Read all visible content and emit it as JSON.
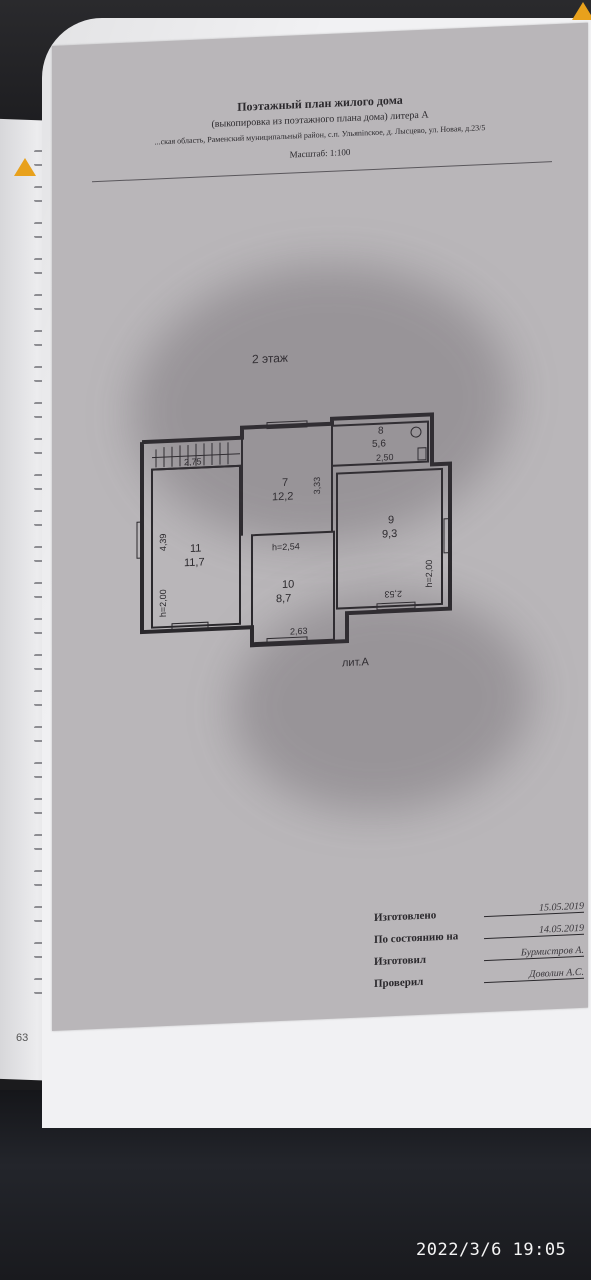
{
  "header": {
    "title": "Поэтажный план жилого дома",
    "subtitle": "(выкопировка из поэтажного плана дома) литера А",
    "address": "...ская область, Раменский муниципальный район, с.п. Ульяninское, д. Лысцево, ул. Новая, д.23/5",
    "scale": "Масштаб: 1:100"
  },
  "floor_label": "2 этаж",
  "plan": {
    "rooms": [
      {
        "id": "7",
        "area": "12,2"
      },
      {
        "id": "8",
        "area": "5,6"
      },
      {
        "id": "9",
        "area": "9,3"
      },
      {
        "id": "10",
        "area": "8,7"
      },
      {
        "id": "11",
        "area": "11,7"
      }
    ],
    "dimensions": {
      "stair": "2,75",
      "room7_vertical": "3,33",
      "room8_width": "2,50",
      "room11_height": "4,39",
      "room11_h": "h=2,00",
      "room10_h": "h=2,54",
      "room10_width": "2,63",
      "room9_width": "2,53",
      "room9_h": "h=2,00"
    },
    "lit_label": "лит.А"
  },
  "signatures": [
    {
      "label": "Изготовлено",
      "value": "15.05.2019"
    },
    {
      "label": "По состоянию на",
      "value": "14.05.2019"
    },
    {
      "label": "Изготовил",
      "value": "Бурмистров А."
    },
    {
      "label": "Проверил",
      "value": "Доволин А.С."
    }
  ],
  "page_number": "63",
  "timestamp": "2022/3/6 19:05",
  "colors": {
    "sheet": "#b9b6b9",
    "logo": "#e8a11c",
    "background": "#1b1b1d"
  }
}
